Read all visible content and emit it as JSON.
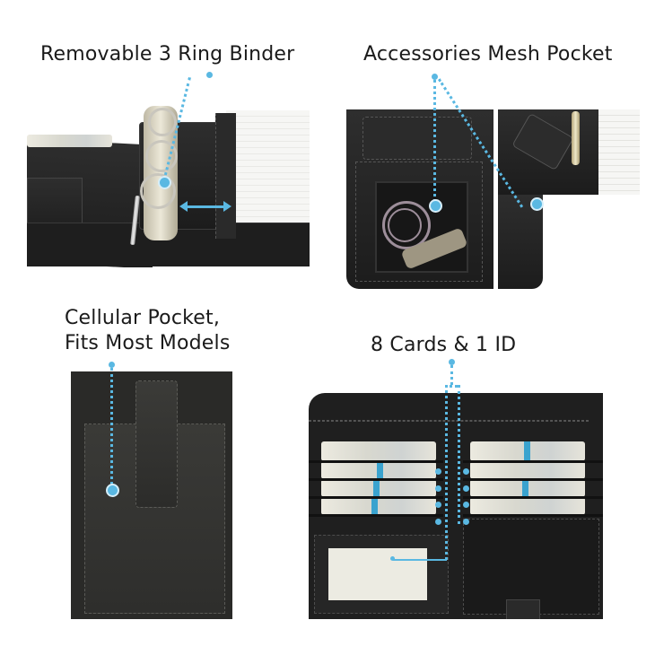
{
  "features": [
    {
      "id": "binder",
      "title": "Removable 3 Ring Binder"
    },
    {
      "id": "mesh",
      "title": "Accessories Mesh Pocket"
    },
    {
      "id": "cell",
      "title_line1": "Cellular Pocket,",
      "title_line2": "Fits Most Models"
    },
    {
      "id": "cards",
      "title": "8 Cards & 1 ID"
    }
  ],
  "colors": {
    "accent": "#5ab8e2",
    "leather": "#222222",
    "text": "#1a1a1a",
    "paper": "#f4f4f2"
  },
  "icons": {
    "callout": "callout-dot-icon",
    "slide": "double-arrow-icon"
  }
}
